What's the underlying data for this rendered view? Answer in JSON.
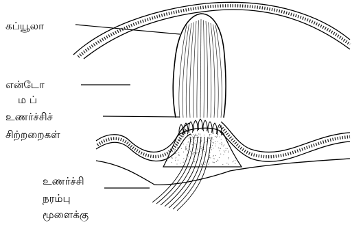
{
  "labels": {
    "cupula": "கப்யூலா",
    "endolymph_line1": "என்டோ",
    "endolymph_line2": "ம ப்",
    "hair_cells_line1": "உணர்ச்சிச்",
    "hair_cells_line2": "சிற்றறைகள்",
    "nerve_line1": "உணர்ச்சி",
    "nerve_line2": "நரம்பு",
    "nerve_line3": "மூளைக்கு"
  },
  "colors": {
    "ink": "#000000",
    "stipple": "#555555",
    "background": "#ffffff"
  }
}
